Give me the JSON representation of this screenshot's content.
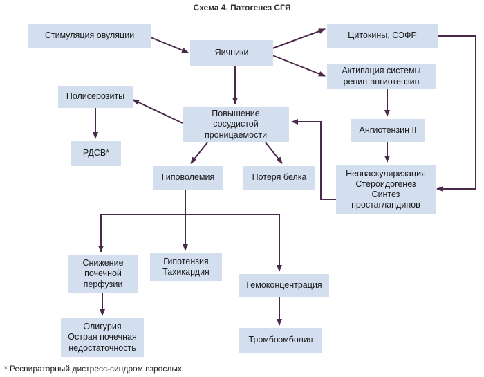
{
  "title": "Схема 4. Патогенез СГЯ",
  "nodes": {
    "stim": [
      "Стимуляция овуляции"
    ],
    "ovaries": [
      "Яичники"
    ],
    "cytokines": [
      "Цитокины, СЭФР"
    ],
    "ras": [
      "Активация системы",
      "ренин-ангиотензин"
    ],
    "angio": [
      "Ангиотензин II"
    ],
    "neo": [
      "Неоваскуляризация",
      "Стероидогенез",
      "Синтез",
      "простагландинов"
    ],
    "perm": [
      "Повышение",
      "сосудистой",
      "проницаемости"
    ],
    "polys": [
      "Полисерозиты"
    ],
    "rdsv": [
      "РДСВ*"
    ],
    "hypovol": [
      "Гиповолемия"
    ],
    "protein": [
      "Потеря белка"
    ],
    "renal": [
      "Снижение",
      "почечной",
      "перфузии"
    ],
    "hypot": [
      "Гипотензия",
      "Тахикардия"
    ],
    "hemocon": [
      "Гемоконцентрация"
    ],
    "oligo": [
      "Олигурия",
      "Острая почечная",
      "недостаточность"
    ],
    "thrombo": [
      "Тромбоэмболия"
    ]
  },
  "footnote": "* Респираторный дистресс-синдром взрослых.",
  "colors": {
    "box": "#d3deef",
    "arrow": "#4a2a4a"
  }
}
